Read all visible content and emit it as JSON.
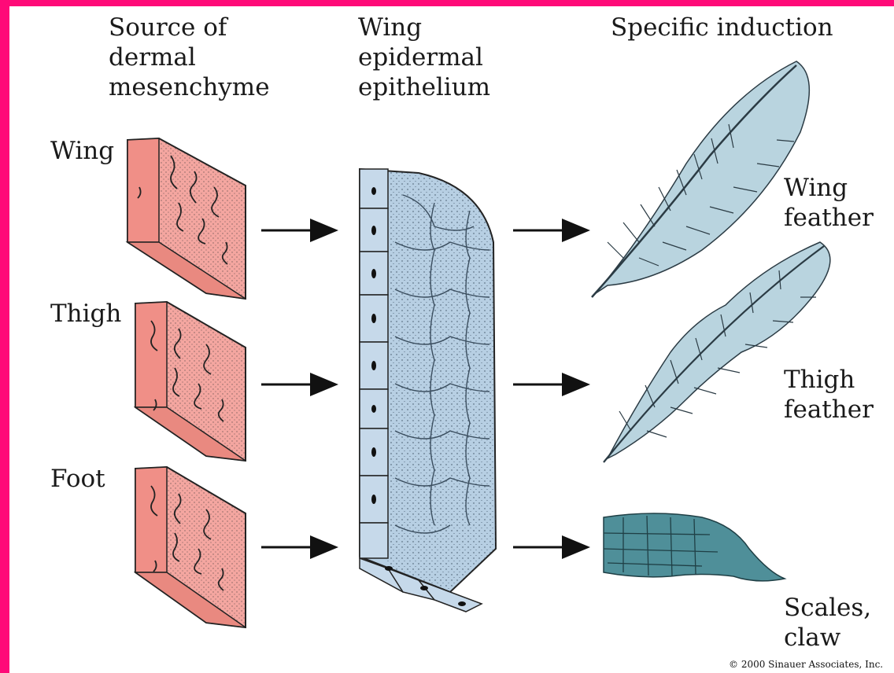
{
  "headers": {
    "source": "Source of\ndermal\nmesenchyme",
    "epithelium": "Wing\nepidermal\nepithelium",
    "induction": "Specific induction"
  },
  "sources": [
    {
      "label": "Wing"
    },
    {
      "label": "Thigh"
    },
    {
      "label": "Foot"
    }
  ],
  "results": [
    {
      "label": "Wing\nfeather"
    },
    {
      "label": "Thigh\nfeather"
    },
    {
      "label": "Scales,\nclaw"
    }
  ],
  "copyright": "© 2000 Sinauer Associates, Inc.",
  "colors": {
    "border": "#ff0a78",
    "mesenchyme": "#f4a6a0",
    "epithelium": "#b7cfe3",
    "feather": "#b9d4df",
    "scales": "#4f8f99"
  }
}
